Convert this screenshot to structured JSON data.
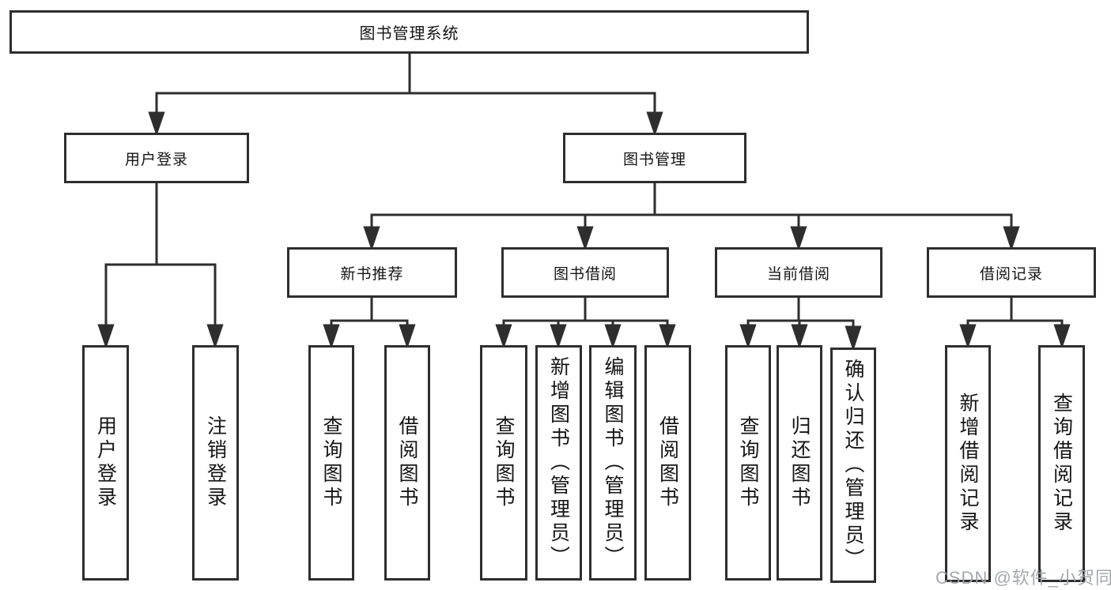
{
  "root": {
    "label": "图书管理系统"
  },
  "userLogin": {
    "label": "用户登录",
    "children": [
      {
        "label": "用户登录"
      },
      {
        "label": "注销登录"
      }
    ]
  },
  "bookMgmt": {
    "label": "图书管理",
    "children": [
      {
        "label": "新书推荐",
        "children": [
          {
            "label": "查询图书"
          },
          {
            "label": "借阅图书"
          }
        ]
      },
      {
        "label": "图书借阅",
        "children": [
          {
            "label": "查询图书"
          },
          {
            "label": "新增图书（管理员）"
          },
          {
            "label": "编辑图书（管理员）"
          },
          {
            "label": "借阅图书"
          }
        ]
      },
      {
        "label": "当前借阅",
        "children": [
          {
            "label": "查询图书"
          },
          {
            "label": "归还图书"
          },
          {
            "label": "确认归还（管理员）"
          }
        ]
      },
      {
        "label": "借阅记录",
        "children": [
          {
            "label": "新增借阅记录"
          },
          {
            "label": "查询借阅记录"
          }
        ]
      }
    ]
  },
  "watermark": {
    "text": "CSDN @软件_小贺同学"
  },
  "colors": {
    "line": "#2e2e2e",
    "border": "#2e2e2e",
    "text": "#151515",
    "watermark": "#9ea3a8",
    "background": "#ffffff"
  }
}
